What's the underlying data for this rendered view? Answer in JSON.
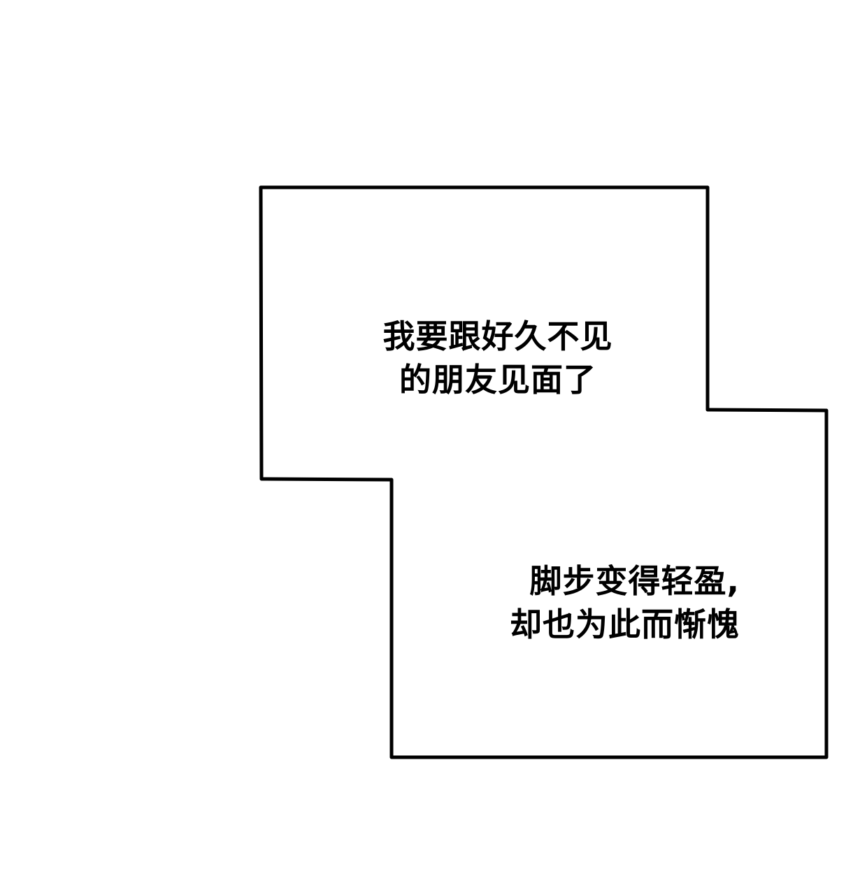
{
  "page": {
    "background_color": "#ffffff",
    "ink_color": "#000000"
  },
  "panel": {
    "shape": "stepped-rectangle",
    "stroke_color": "#000000",
    "stroke_width": 5
  },
  "captions": [
    {
      "lines": [
        "我要跟好久不见",
        "的朋友见面了"
      ]
    },
    {
      "lines": [
        "脚步变得轻盈,",
        "却也为此而惭愧"
      ]
    }
  ]
}
